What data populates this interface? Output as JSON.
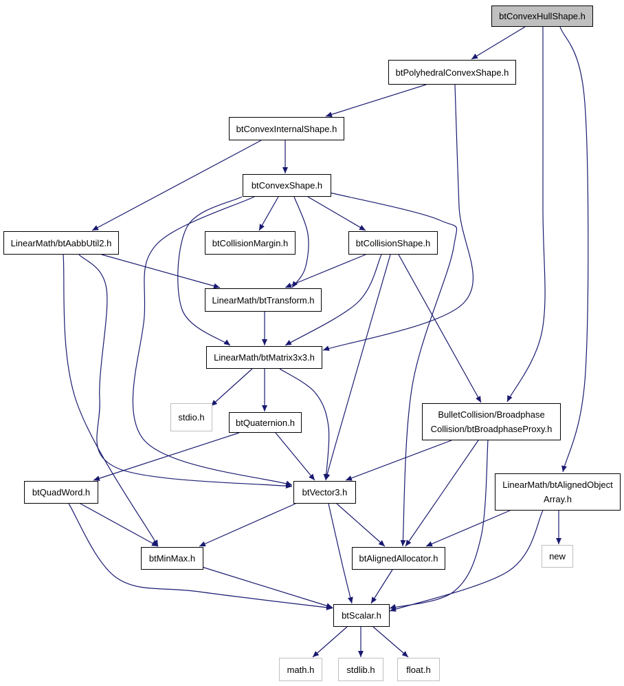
{
  "diagram": {
    "type": "include-dependency-graph",
    "edge_color": "#191970",
    "root_fill": "#bfbfbf",
    "external_border": "#bfbfbf",
    "nodes": [
      {
        "id": "btConvexHullShape",
        "lines": [
          "btConvexHullShape.h"
        ],
        "kind": "root"
      },
      {
        "id": "btPolyhedralConvexShape",
        "lines": [
          "btPolyhedralConvexShape.h"
        ],
        "kind": "normal"
      },
      {
        "id": "btConvexInternalShape",
        "lines": [
          "btConvexInternalShape.h"
        ],
        "kind": "normal"
      },
      {
        "id": "btConvexShape",
        "lines": [
          "btConvexShape.h"
        ],
        "kind": "normal"
      },
      {
        "id": "btAabbUtil2",
        "lines": [
          "LinearMath/btAabbUtil2.h"
        ],
        "kind": "normal"
      },
      {
        "id": "btCollisionMargin",
        "lines": [
          "btCollisionMargin.h"
        ],
        "kind": "normal"
      },
      {
        "id": "btCollisionShape",
        "lines": [
          "btCollisionShape.h"
        ],
        "kind": "normal"
      },
      {
        "id": "btTransform",
        "lines": [
          "LinearMath/btTransform.h"
        ],
        "kind": "normal"
      },
      {
        "id": "btMatrix3x3",
        "lines": [
          "LinearMath/btMatrix3x3.h"
        ],
        "kind": "normal"
      },
      {
        "id": "stdio",
        "lines": [
          "stdio.h"
        ],
        "kind": "external"
      },
      {
        "id": "btQuaternion",
        "lines": [
          "btQuaternion.h"
        ],
        "kind": "normal"
      },
      {
        "id": "btBroadphaseProxy",
        "lines": [
          "BulletCollision/Broadphase",
          "Collision/btBroadphaseProxy.h"
        ],
        "kind": "normal"
      },
      {
        "id": "btAlignedObjectArray",
        "lines": [
          "LinearMath/btAlignedObject",
          "Array.h"
        ],
        "kind": "normal"
      },
      {
        "id": "btQuadWord",
        "lines": [
          "btQuadWord.h"
        ],
        "kind": "normal"
      },
      {
        "id": "btVector3",
        "lines": [
          "btVector3.h"
        ],
        "kind": "normal"
      },
      {
        "id": "btMinMax",
        "lines": [
          "btMinMax.h"
        ],
        "kind": "normal"
      },
      {
        "id": "btAlignedAllocator",
        "lines": [
          "btAlignedAllocator.h"
        ],
        "kind": "normal"
      },
      {
        "id": "new",
        "lines": [
          "new"
        ],
        "kind": "external"
      },
      {
        "id": "btScalar",
        "lines": [
          "btScalar.h"
        ],
        "kind": "normal"
      },
      {
        "id": "math",
        "lines": [
          "math.h"
        ],
        "kind": "external"
      },
      {
        "id": "stdlib",
        "lines": [
          "stdlib.h"
        ],
        "kind": "external"
      },
      {
        "id": "float",
        "lines": [
          "float.h"
        ],
        "kind": "external"
      }
    ],
    "edges": [
      {
        "from": "btConvexHullShape",
        "to": "btPolyhedralConvexShape"
      },
      {
        "from": "btConvexHullShape",
        "to": "btBroadphaseProxy"
      },
      {
        "from": "btConvexHullShape",
        "to": "btAlignedObjectArray"
      },
      {
        "from": "btPolyhedralConvexShape",
        "to": "btConvexInternalShape"
      },
      {
        "from": "btPolyhedralConvexShape",
        "to": "btMatrix3x3"
      },
      {
        "from": "btConvexInternalShape",
        "to": "btConvexShape"
      },
      {
        "from": "btConvexInternalShape",
        "to": "btAabbUtil2"
      },
      {
        "from": "btConvexShape",
        "to": "btCollisionMargin"
      },
      {
        "from": "btConvexShape",
        "to": "btCollisionShape"
      },
      {
        "from": "btConvexShape",
        "to": "btTransform"
      },
      {
        "from": "btConvexShape",
        "to": "btMatrix3x3"
      },
      {
        "from": "btConvexShape",
        "to": "btVector3"
      },
      {
        "from": "btConvexShape",
        "to": "btAlignedAllocator"
      },
      {
        "from": "btAabbUtil2",
        "to": "btTransform"
      },
      {
        "from": "btAabbUtil2",
        "to": "btVector3"
      },
      {
        "from": "btAabbUtil2",
        "to": "btMinMax"
      },
      {
        "from": "btCollisionShape",
        "to": "btTransform"
      },
      {
        "from": "btCollisionShape",
        "to": "btMatrix3x3"
      },
      {
        "from": "btCollisionShape",
        "to": "btVector3"
      },
      {
        "from": "btCollisionShape",
        "to": "btBroadphaseProxy"
      },
      {
        "from": "btTransform",
        "to": "btMatrix3x3"
      },
      {
        "from": "btMatrix3x3",
        "to": "stdio"
      },
      {
        "from": "btMatrix3x3",
        "to": "btQuaternion"
      },
      {
        "from": "btMatrix3x3",
        "to": "btVector3"
      },
      {
        "from": "btQuaternion",
        "to": "btQuadWord"
      },
      {
        "from": "btQuaternion",
        "to": "btVector3"
      },
      {
        "from": "btBroadphaseProxy",
        "to": "btVector3"
      },
      {
        "from": "btBroadphaseProxy",
        "to": "btAlignedAllocator"
      },
      {
        "from": "btBroadphaseProxy",
        "to": "btScalar"
      },
      {
        "from": "btAlignedObjectArray",
        "to": "btAlignedAllocator"
      },
      {
        "from": "btAlignedObjectArray",
        "to": "new"
      },
      {
        "from": "btAlignedObjectArray",
        "to": "btScalar"
      },
      {
        "from": "btQuadWord",
        "to": "btMinMax"
      },
      {
        "from": "btQuadWord",
        "to": "btScalar"
      },
      {
        "from": "btVector3",
        "to": "btMinMax"
      },
      {
        "from": "btVector3",
        "to": "btAlignedAllocator"
      },
      {
        "from": "btVector3",
        "to": "btScalar"
      },
      {
        "from": "btMinMax",
        "to": "btScalar"
      },
      {
        "from": "btAlignedAllocator",
        "to": "btScalar"
      },
      {
        "from": "btScalar",
        "to": "math"
      },
      {
        "from": "btScalar",
        "to": "stdlib"
      },
      {
        "from": "btScalar",
        "to": "float"
      }
    ]
  }
}
